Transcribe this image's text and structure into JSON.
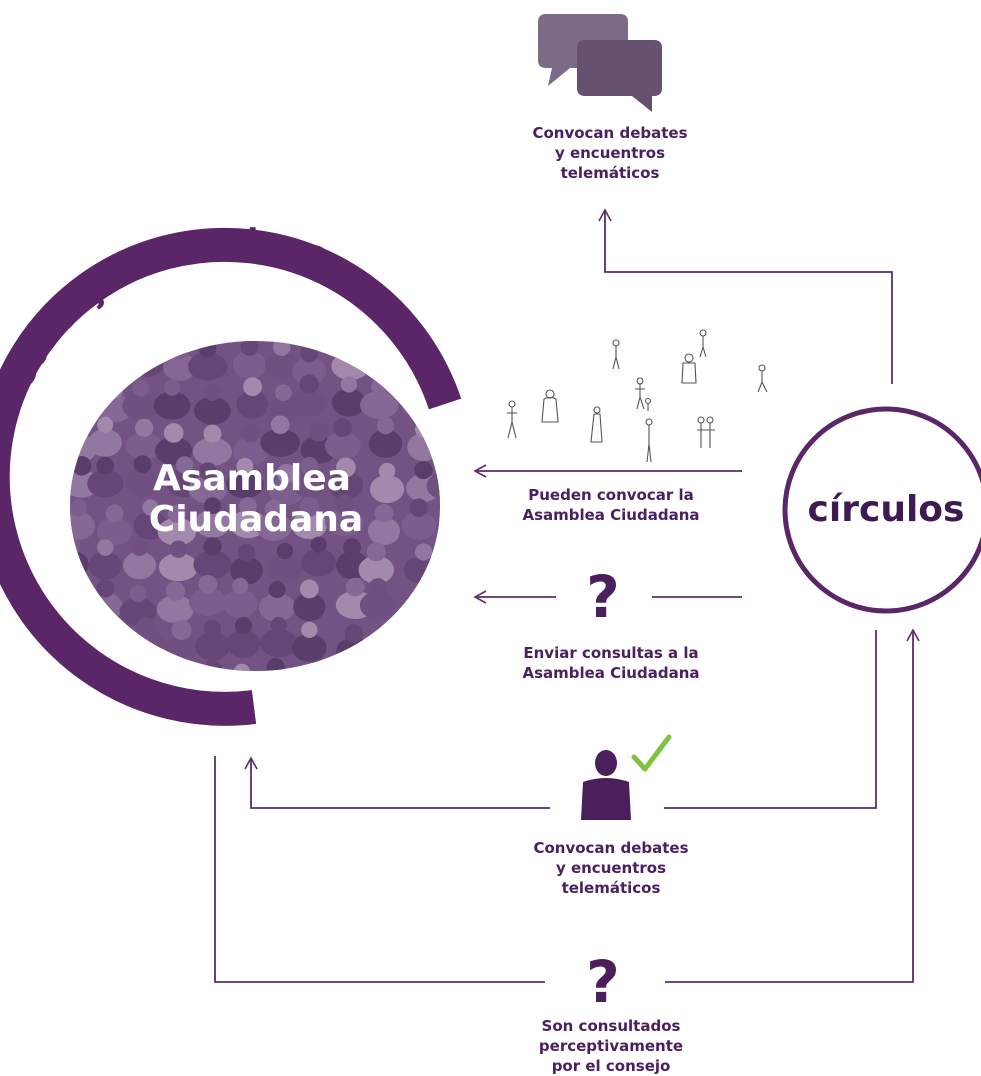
{
  "colors": {
    "primary": "#5a2668",
    "arrow": "#5b2d6a",
    "photo_tint": "#7a5a8c",
    "check": "#7fc241",
    "bubble_back": "#7b6b86",
    "bubble_front": "#65506f"
  },
  "council": {
    "title": "Consejo Ciudadano"
  },
  "assembly": {
    "line1": "Asamblea",
    "line2": "Ciudadana"
  },
  "circles": {
    "label": "círculos"
  },
  "labels": {
    "top": [
      "Convocan debates",
      "y encuentros",
      "telemáticos"
    ],
    "convene": [
      "Pueden convocar la",
      "Asamblea Ciudadana"
    ],
    "send": [
      "Enviar consultas a la",
      "Asamblea Ciudadana"
    ],
    "middle": [
      "Convocan debates",
      "y encuentros",
      "telemáticos"
    ],
    "bottom": [
      "Son consultados",
      "perceptivamente",
      "por el consejo"
    ]
  },
  "icons": {
    "top": "speech-bubbles-icon",
    "people": "people-sketch-icon",
    "question": "question-mark-icon",
    "member": "person-check-icon"
  },
  "question_glyph": "?"
}
